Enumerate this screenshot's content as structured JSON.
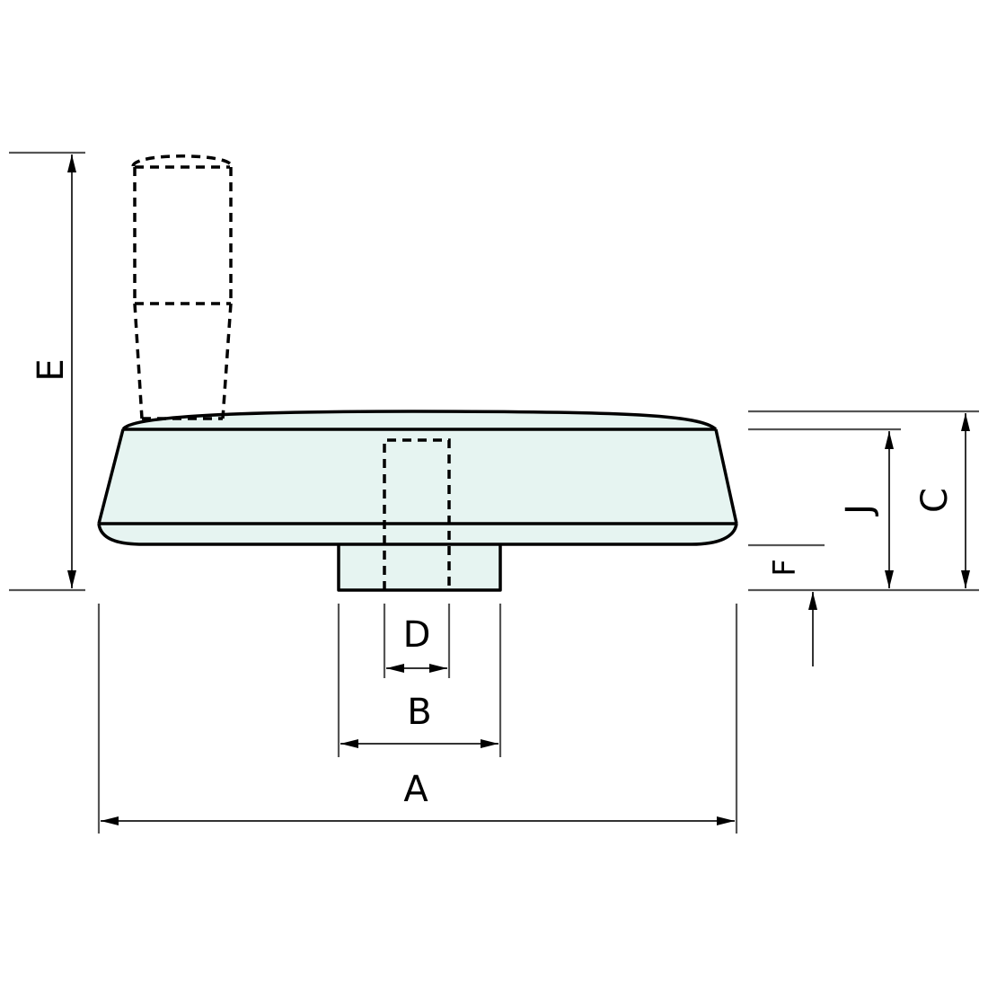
{
  "drawing": {
    "subject": "handwheel with fold-away handle",
    "fill_color": "#e6f4f1",
    "line_color": "#000000",
    "dimension_line_color": "#333333"
  },
  "dimensions": {
    "A": {
      "label": "A",
      "meaning": "overall wheel diameter",
      "orientation": "horizontal"
    },
    "B": {
      "label": "B",
      "meaning": "hub diameter",
      "orientation": "horizontal"
    },
    "C": {
      "label": "C",
      "meaning": "overall wheel height",
      "orientation": "vertical"
    },
    "D": {
      "label": "D",
      "meaning": "bore diameter",
      "orientation": "horizontal"
    },
    "E": {
      "label": "E",
      "meaning": "total height with handle raised",
      "orientation": "vertical"
    },
    "F": {
      "label": "F",
      "meaning": "hub projection",
      "orientation": "vertical"
    },
    "J": {
      "label": "J",
      "meaning": "rim height",
      "orientation": "vertical"
    }
  }
}
